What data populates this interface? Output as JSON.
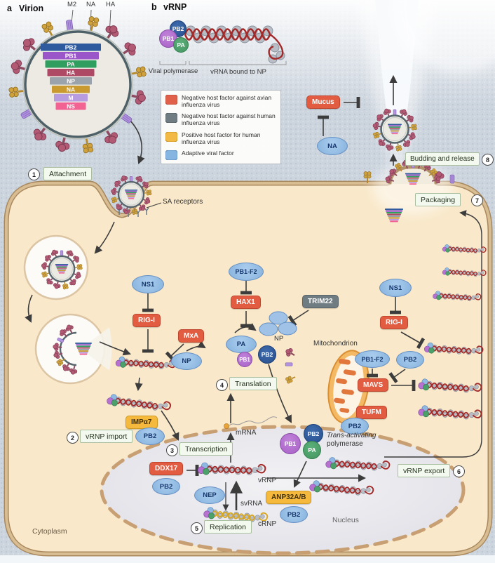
{
  "panel_a": {
    "letter": "a",
    "title": "Virion",
    "spike_callouts": [
      "M2",
      "NA",
      "HA"
    ],
    "segments": [
      "PB2",
      "PB1",
      "PA",
      "HA",
      "NP",
      "NA",
      "M",
      "NS"
    ]
  },
  "panel_b": {
    "letter": "b",
    "title": "vRNP",
    "polymerase_subunits": [
      "PB1",
      "PB2",
      "PA"
    ],
    "brace_left": "Viral polymerase",
    "brace_right": "vRNA bound to NP"
  },
  "legend": {
    "items": [
      {
        "color": "#e0604a",
        "label": "Negative host factor against avian influenza virus"
      },
      {
        "color": "#6f7c82",
        "label": "Negative host factor against human influenza virus"
      },
      {
        "color": "#f2b944",
        "label": "Positive host factor for human influenza virus"
      },
      {
        "color": "#85b5e0",
        "label": "Adaptive viral factor"
      }
    ]
  },
  "steps": [
    {
      "num": "1",
      "label": "Attachment"
    },
    {
      "num": "2",
      "label": "vRNP import"
    },
    {
      "num": "3",
      "label": "Transcription"
    },
    {
      "num": "4",
      "label": "Translation"
    },
    {
      "num": "5",
      "label": "Replication"
    },
    {
      "num": "6",
      "label": "vRNP export"
    },
    {
      "num": "7",
      "label": "Packaging"
    },
    {
      "num": "8",
      "label": "Budding and release"
    }
  ],
  "host_factors": {
    "mucus": "Mucus",
    "rig_i": "RIG-I",
    "mxa": "MxA",
    "hax1": "HAX1",
    "trim22": "TRIM22",
    "mavs": "MAVS",
    "tufm": "TUFM",
    "ddx17": "DDX17",
    "impa7": "IMPα7",
    "anp32": "ANP32A/B"
  },
  "viral_factors": {
    "ns1": "NS1",
    "na": "NA",
    "np": "NP",
    "pb1f2": "PB1-F2",
    "pb2": "PB2",
    "pb1": "PB1",
    "pa": "PA",
    "nep": "NEP"
  },
  "labels": {
    "sa_receptors": "SA receptors",
    "mitochondrion": "Mitochondrion",
    "cytoplasm": "Cytoplasm",
    "nucleus": "Nucleus",
    "mrna": "mRNA",
    "vrnp": "vRNP",
    "svrna": "svRNA",
    "crnp": "cRNP",
    "trans_line1": "Trans-activating",
    "trans_line2": "polymerase"
  }
}
